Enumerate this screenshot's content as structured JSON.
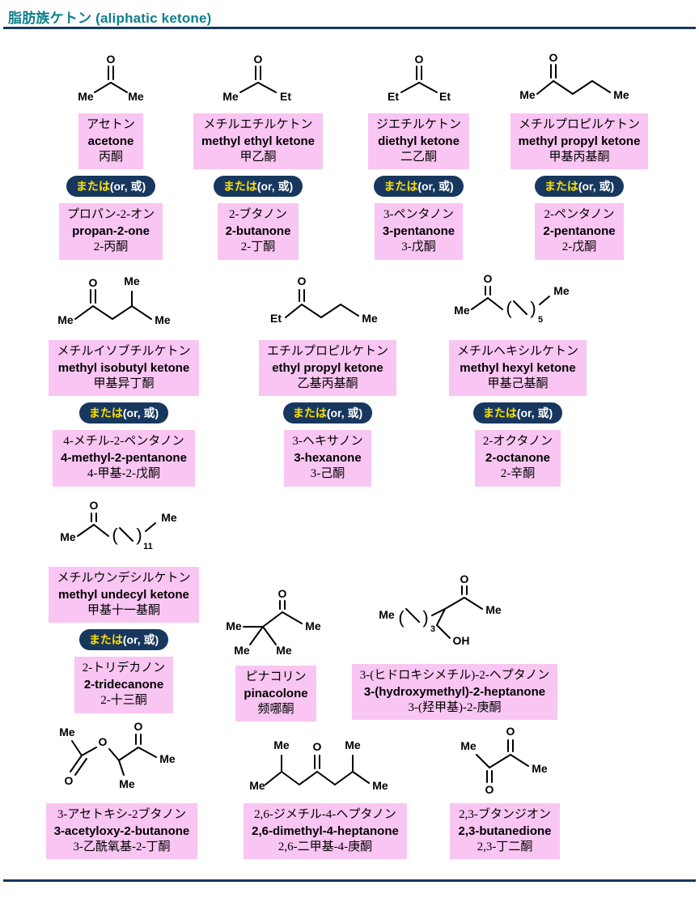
{
  "header": {
    "title": "脂肪族ケトン (aliphatic ketone)"
  },
  "pill": {
    "ja": "または",
    "latin": "(or, 或)"
  },
  "compounds": [
    {
      "key": "acetone",
      "atoms": [
        "O",
        "Me",
        "Me"
      ],
      "primary": [
        "アセトン",
        "acetone",
        "丙酮"
      ],
      "secondary": [
        "プロパン-2-オン",
        "propan-2-one",
        "2-丙酮"
      ]
    },
    {
      "key": "methyl-ethyl-ketone",
      "atoms": [
        "O",
        "Me",
        "Et"
      ],
      "primary": [
        "メチルエチルケトン",
        "methyl ethyl ketone",
        "甲乙酮"
      ],
      "secondary": [
        "2-ブタノン",
        "2-butanone",
        "2-丁酮"
      ]
    },
    {
      "key": "diethyl-ketone",
      "atoms": [
        "O",
        "Et",
        "Et"
      ],
      "primary": [
        "ジエチルケトン",
        "diethyl ketone",
        "二乙酮"
      ],
      "secondary": [
        "3-ペンタノン",
        "3-pentanone",
        "3-戊酮"
      ]
    },
    {
      "key": "methyl-propyl-ketone",
      "atoms": [
        "O",
        "Me",
        "Me"
      ],
      "primary": [
        "メチルプロピルケトン",
        "methyl propyl ketone",
        "甲基丙基酮"
      ],
      "secondary": [
        "2-ペンタノン",
        "2-pentanone",
        "2-戊酮"
      ]
    },
    {
      "key": "methyl-isobutyl-ketone",
      "atoms": [
        "O",
        "Me",
        "Me",
        "Me"
      ],
      "primary": [
        "メチルイソブチルケトン",
        "methyl isobutyl ketone",
        "甲基异丁酮"
      ],
      "secondary": [
        "4-メチル-2-ペンタノン",
        "4-methyl-2-pentanone",
        "4-甲基-2-戊酮"
      ]
    },
    {
      "key": "ethyl-propyl-ketone",
      "atoms": [
        "O",
        "Et",
        "Me"
      ],
      "primary": [
        "エチルプロピルケトン",
        "ethyl propyl ketone",
        "乙基丙基酮"
      ],
      "secondary": [
        "3-ヘキサノン",
        "3-hexanone",
        "3-己酮"
      ]
    },
    {
      "key": "methyl-hexyl-ketone",
      "atoms": [
        "O",
        "Me",
        "Me"
      ],
      "paren": {
        "open": "(",
        "close": ")",
        "repeat": "5"
      },
      "primary": [
        "メチルヘキシルケトン",
        "methyl hexyl ketone",
        "甲基己基酮"
      ],
      "secondary": [
        "2-オクタノン",
        "2-octanone",
        "2-辛酮"
      ]
    },
    {
      "key": "methyl-undecyl-ketone",
      "atoms": [
        "O",
        "Me",
        "Me"
      ],
      "paren": {
        "open": "(",
        "close": ")",
        "repeat": "11"
      },
      "primary": [
        "メチルウンデシルケトン",
        "methyl undecyl ketone",
        "甲基十一基酮"
      ],
      "secondary": [
        "2-トリデカノン",
        "2-tridecanone",
        "2-十三酮"
      ]
    },
    {
      "key": "pinacolone",
      "atoms": [
        "O",
        "Me",
        "Me",
        "Me",
        "Me"
      ],
      "primary": [
        "ピナコリン",
        "pinacolone",
        "频哪酮"
      ]
    },
    {
      "key": "3-hydroxymethyl-2-heptanone",
      "atoms": [
        "O",
        "Me",
        "Me",
        "OH"
      ],
      "paren": {
        "open": "(",
        "close": ")",
        "repeat": "3"
      },
      "primary": [
        "3-(ヒドロキシメチル)-2-ヘプタノン",
        "3-(hydroxymethyl)-2-heptanone",
        "3-(羟甲基)-2-庚酮"
      ]
    },
    {
      "key": "3-acetyloxy-2-butanone",
      "atoms": [
        "Me",
        "O",
        "O",
        "Me",
        "O",
        "Me"
      ],
      "primary": [
        "3-アセトキシ-2ブタノン",
        "3-acetyloxy-2-butanone",
        "3-乙酰氧基-2-丁酮"
      ]
    },
    {
      "key": "2-6-dimethyl-4-heptanone",
      "atoms": [
        "Me",
        "Me",
        "O",
        "Me",
        "Me"
      ],
      "primary": [
        "2,6-ジメチル-4-ヘプタノン",
        "2,6-dimethyl-4-heptanone",
        "2,6-二甲基-4-庚酮"
      ]
    },
    {
      "key": "2-3-butanedione",
      "atoms": [
        "Me",
        "O",
        "O",
        "Me"
      ],
      "primary": [
        "2,3-ブタンジオン",
        "2,3-butanedione",
        "2,3-丁二酮"
      ]
    }
  ]
}
